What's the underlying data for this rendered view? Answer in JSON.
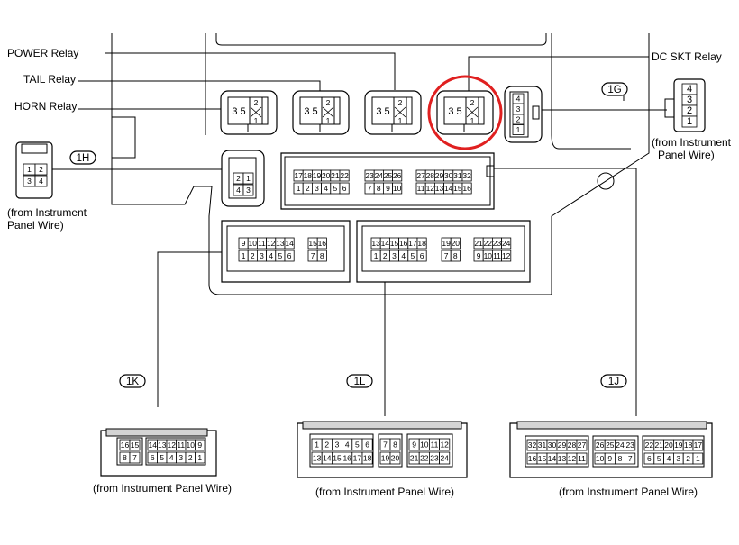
{
  "relays": {
    "power": "POWER Relay",
    "tail": "TAIL Relay",
    "horn": "HORN Relay",
    "dc_skt": "DC SKT Relay",
    "pins_left": "3 5",
    "pin_top": "2",
    "pin_bottom": "1"
  },
  "connectors": {
    "1G": {
      "tag": "1G",
      "from_line1": "(from Instrument",
      "from_line2": "Panel Wire)",
      "pins": [
        "4",
        "3",
        "2",
        "1"
      ]
    },
    "1H": {
      "tag": "1H",
      "from_line1": "(from Instrument",
      "from_line2": "Panel Wire)",
      "pins_top": [
        "1",
        "2"
      ],
      "pins_bottom": [
        "3",
        "4"
      ],
      "fusebox_top": [
        "2",
        "1"
      ],
      "fusebox_bottom": [
        "4",
        "3"
      ]
    },
    "1K": {
      "tag": "1K",
      "from": "(from Instrument Panel Wire)",
      "fusebox_row1_a": [
        "9",
        "10",
        "11",
        "12",
        "13",
        "14"
      ],
      "fusebox_row1_b": [
        "15",
        "16"
      ],
      "fusebox_row2_a": [
        "1",
        "2",
        "3",
        "4",
        "5",
        "6"
      ],
      "fusebox_row2_b": [
        "7",
        "8"
      ],
      "wire_row1_a": [
        "16",
        "15"
      ],
      "wire_row1_b": [
        "14",
        "13",
        "12",
        "11",
        "10",
        "9"
      ],
      "wire_row2_a": [
        "8",
        "7"
      ],
      "wire_row2_b": [
        "6",
        "5",
        "4",
        "3",
        "2",
        "1"
      ]
    },
    "1L": {
      "tag": "1L",
      "from": "(from Instrument Panel Wire)",
      "fusebox_row1_a": [
        "13",
        "14",
        "15",
        "16",
        "17",
        "18"
      ],
      "fusebox_row1_b": [
        "19",
        "20"
      ],
      "fusebox_row1_c": [
        "21",
        "22",
        "23",
        "24"
      ],
      "fusebox_row2_a": [
        "1",
        "2",
        "3",
        "4",
        "5",
        "6"
      ],
      "fusebox_row2_b": [
        "7",
        "8"
      ],
      "fusebox_row2_c": [
        "9",
        "10",
        "11",
        "12"
      ],
      "wire_row1_a": [
        "1",
        "2",
        "3",
        "4",
        "5",
        "6"
      ],
      "wire_row1_b": [
        "7",
        "8"
      ],
      "wire_row1_c": [
        "9",
        "10",
        "11",
        "12"
      ],
      "wire_row2_a": [
        "13",
        "14",
        "15",
        "16",
        "17",
        "18"
      ],
      "wire_row2_b": [
        "19",
        "20"
      ],
      "wire_row2_c": [
        "21",
        "22",
        "23",
        "24"
      ]
    },
    "1J": {
      "tag": "1J",
      "from": "(from Instrument Panel Wire)",
      "fusebox_row1_a": [
        "17",
        "18",
        "19",
        "20",
        "21",
        "22"
      ],
      "fusebox_row1_b": [
        "23",
        "24",
        "25",
        "26"
      ],
      "fusebox_row1_c": [
        "27",
        "28",
        "29",
        "30",
        "31",
        "32"
      ],
      "fusebox_row2_a": [
        "1",
        "2",
        "3",
        "4",
        "5",
        "6"
      ],
      "fusebox_row2_b": [
        "7",
        "8",
        "9",
        "10"
      ],
      "fusebox_row2_c": [
        "11",
        "12",
        "13",
        "14",
        "15",
        "16"
      ],
      "wire_row1_a": [
        "32",
        "31",
        "30",
        "29",
        "28",
        "27"
      ],
      "wire_row1_b": [
        "26",
        "25",
        "24",
        "23"
      ],
      "wire_row1_c": [
        "22",
        "21",
        "20",
        "19",
        "18",
        "17"
      ],
      "wire_row2_a": [
        "16",
        "15",
        "14",
        "13",
        "12",
        "11"
      ],
      "wire_row2_b": [
        "10",
        "9",
        "8",
        "7"
      ],
      "wire_row2_c": [
        "6",
        "5",
        "4",
        "3",
        "2",
        "1"
      ]
    }
  },
  "highlight_color": "#e02020"
}
